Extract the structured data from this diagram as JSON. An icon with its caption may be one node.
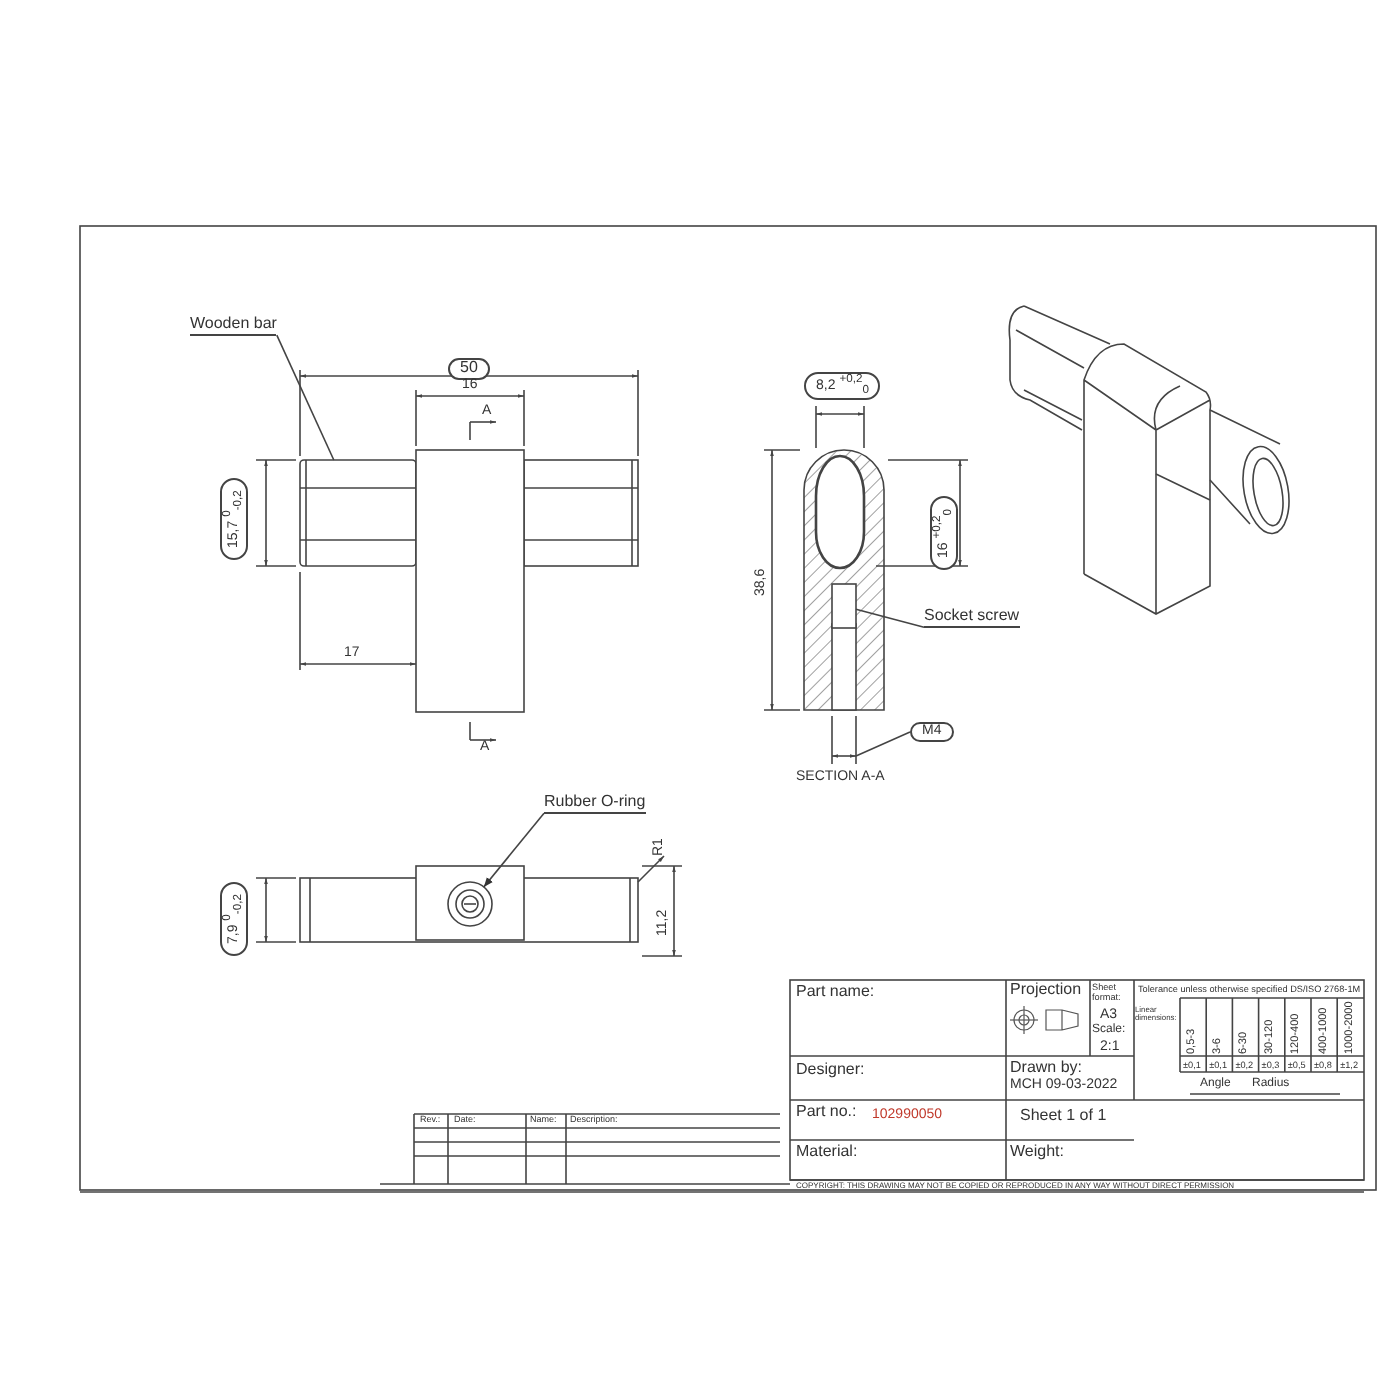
{
  "diagram": {
    "nodes": [
      {
        "text": [
          "Wooden bar"
        ]
      },
      {
        "text": [],
        "shape": "bar"
      },
      {
        "text": [
          "Socket screw"
        ]
      },
      {
        "text": [],
        "shape": "box"
      },
      {
        "text": [
          "Rubber O-ring"
        ]
      },
      {
        "text": [],
        "shape": "circle"
      }
    ],
    "edges": [
      {
        "from": 0,
        "to": 1,
        "arrow": "none"
      },
      {
        "from": 2,
        "to": 3,
        "arrow": "none"
      },
      {
        "from": 4,
        "to": 5,
        "arrow": "to"
      }
    ],
    "labels": [
      "50",
      "16",
      "A",
      "15,7 $^{0}$$_{-0,2}$",
      "17",
      "A",
      "8,2 $^{+0,2}$$_{0}$",
      "38,6",
      "16 $^{+0,2}$$_{0}$",
      "M4",
      "SECTION A-A",
      "7,9 $^{0}$$_{-0,2}$",
      "R1",
      "11,2",
      "Part name:",
      "Projection",
      "Sheet format:",
      "A3",
      "Scale:",
      "2:1",
      "Tolerance unless otherwise specified DS/ISO 2768-1M",
      "Linear dimensions:",
      "0,5-3",
      "3-6",
      "6-30",
      "30-120",
      "120-400",
      "400-1000",
      "1000-2000",
      "±0,1",
      "±0,1",
      "±0,2",
      "±0,3",
      "±0,5",
      "±0,8",
      "±1,2",
      "Angle",
      "Radius",
      "Designer:",
      "Drawn by:",
      "MCH 09-03-2022",
      "Part no.:",
      "102990050",
      "Sheet 1 of 1",
      "Material:",
      "Weight:",
      "Rev.:",
      "Date:",
      "Name:",
      "Description:",
      "COPYRIGHT: THIS DRAWING MAY NOT BE COPIED OR REPRODUCED IN ANY WAY WITHOUT DIRECT PERMISSION"
    ]
  }
}
